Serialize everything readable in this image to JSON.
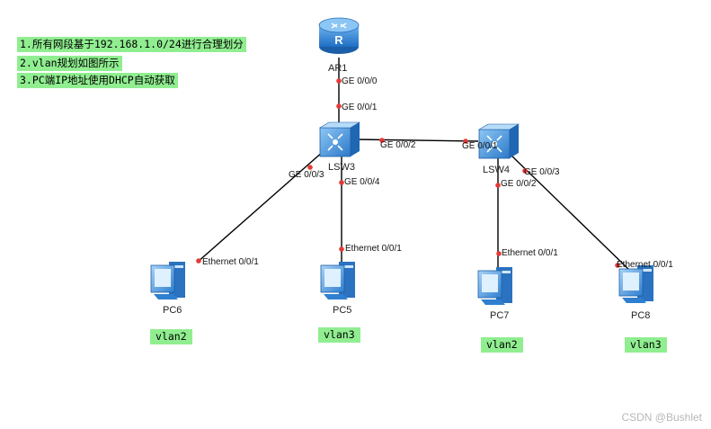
{
  "notes": [
    "1.所有网段基于192.168.1.0/24进行合理划分",
    "2.vlan规划如图所示",
    "3.PC端IP地址使用DHCP自动获取"
  ],
  "devices": {
    "router": "AR1",
    "sw3": "LSW3",
    "sw4": "LSW4",
    "pc6": "PC6",
    "pc5": "PC5",
    "pc7": "PC7",
    "pc8": "PC8"
  },
  "ports": {
    "ar1_ge000": "GE 0/0/0",
    "lsw3_ge001": "GE 0/0/1",
    "lsw3_ge002": "GE 0/0/2",
    "lsw4_ge001": "GE 0/0/1",
    "lsw3_ge003": "GE 0/0/3",
    "lsw3_ge004": "GE 0/0/4",
    "lsw4_ge002": "GE 0/0/2",
    "lsw4_ge003": "GE 0/0/3",
    "pc6_eth": "Ethernet 0/0/1",
    "pc5_eth": "Ethernet 0/0/1",
    "pc7_eth": "Ethernet 0/0/1",
    "pc8_eth": "Ethernet 0/0/1"
  },
  "vlans": {
    "pc6": "vlan2",
    "pc5": "vlan3",
    "pc7": "vlan2",
    "pc8": "vlan3"
  },
  "watermark": "CSDN @Bushlet",
  "colors": {
    "note_bg": "#90ee90",
    "link": "#000000",
    "port_dot": "#e53935",
    "device_blue": "#2f7fd0"
  }
}
